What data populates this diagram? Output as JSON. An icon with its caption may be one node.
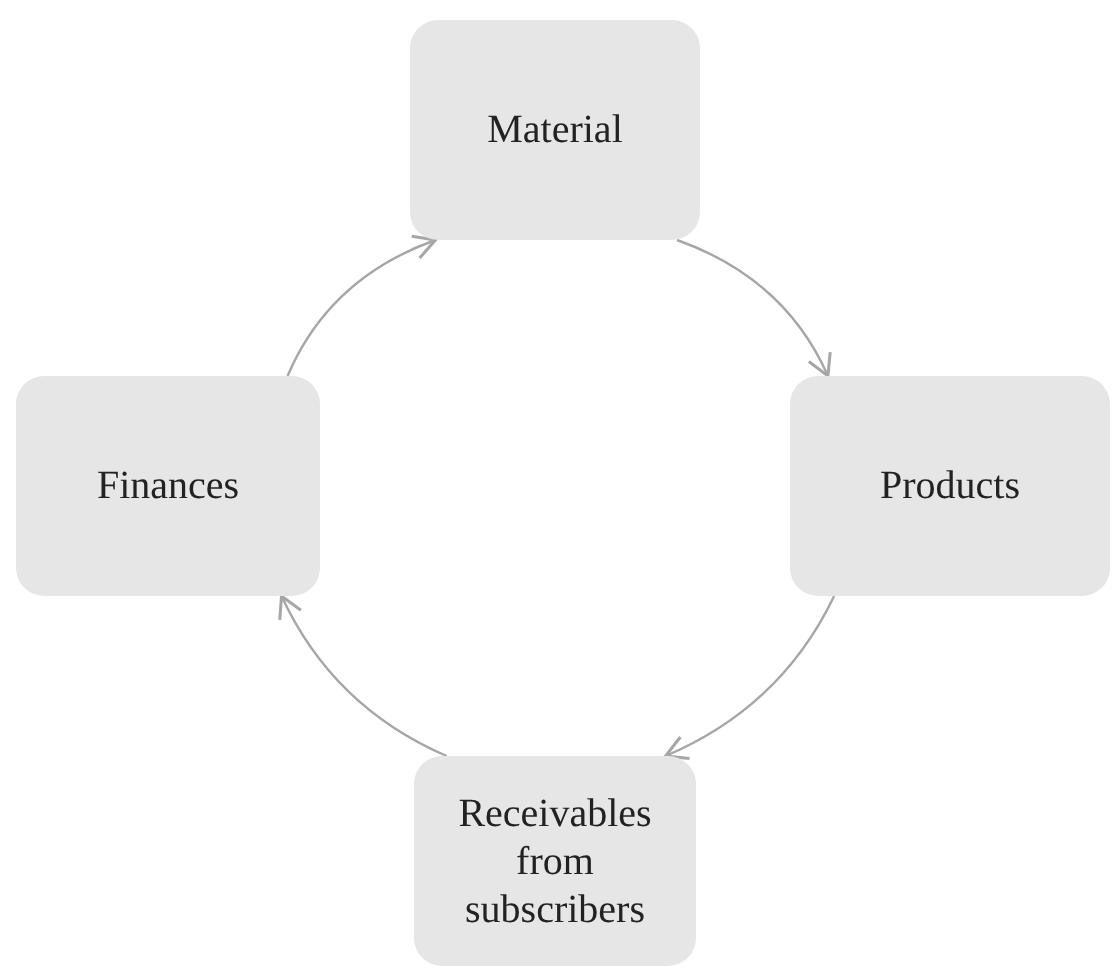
{
  "diagram": {
    "nodes": [
      {
        "text": [
          "Material"
        ]
      },
      {
        "text": [
          "Finances"
        ]
      },
      {
        "text": [
          "Products"
        ]
      },
      {
        "text": [
          "Receivables from subscribers"
        ]
      }
    ],
    "edges": [
      {
        "from": 0,
        "to": 2,
        "arrow": "to"
      },
      {
        "from": 2,
        "to": 3,
        "arrow": "to"
      },
      {
        "from": 3,
        "to": 1,
        "arrow": "to"
      },
      {
        "from": 1,
        "to": 0,
        "arrow": "to"
      }
    ]
  }
}
